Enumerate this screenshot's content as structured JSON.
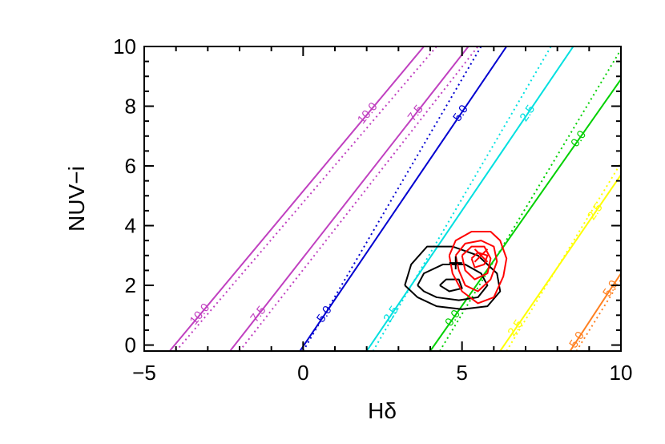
{
  "chart_data": {
    "type": "line",
    "title": "",
    "xlabel": "Hδ",
    "ylabel": "NUV−i",
    "xlim": [
      -5,
      10
    ],
    "ylim": [
      -0.2,
      10
    ],
    "x_ticks": [
      "−5",
      "0",
      "5",
      "10"
    ],
    "y_ticks": [
      "0",
      "2",
      "4",
      "6",
      "8",
      "10"
    ],
    "x_tick_values": [
      -5,
      0,
      5,
      10
    ],
    "y_tick_values": [
      0,
      2,
      4,
      6,
      8,
      10
    ],
    "grid": false,
    "lines": [
      {
        "label": "10.0",
        "color": "#c040c0",
        "style": "solid",
        "x": [
          -4.2,
          3.8
        ],
        "y": [
          -0.2,
          10
        ]
      },
      {
        "label": "10.0",
        "color": "#c040c0",
        "style": "dotted",
        "x": [
          -4.0,
          4.2
        ],
        "y": [
          -0.2,
          10
        ]
      },
      {
        "label": "7.5",
        "color": "#c040c0",
        "style": "solid",
        "x": [
          -2.3,
          5.2
        ],
        "y": [
          -0.2,
          10
        ]
      },
      {
        "label": "7.5",
        "color": "#c040c0",
        "style": "dotted",
        "x": [
          -2.0,
          5.5
        ],
        "y": [
          -0.2,
          10
        ]
      },
      {
        "label": "5.0",
        "color": "#0000d0",
        "style": "solid",
        "x": [
          -0.1,
          6.4
        ],
        "y": [
          -0.2,
          10
        ]
      },
      {
        "label": "5.0",
        "color": "#0000d0",
        "style": "dotted",
        "x": [
          0.0,
          5.6
        ],
        "y": [
          -0.2,
          10
        ]
      },
      {
        "label": "2.5",
        "color": "#00e0e0",
        "style": "solid",
        "x": [
          2.0,
          8.5
        ],
        "y": [
          -0.2,
          10
        ]
      },
      {
        "label": "2.5",
        "color": "#00e0e0",
        "style": "dotted",
        "x": [
          2.2,
          7.8
        ],
        "y": [
          -0.2,
          10
        ]
      },
      {
        "label": "0.0",
        "color": "#00d000",
        "style": "solid",
        "x": [
          4.0,
          10.0
        ],
        "y": [
          -0.2,
          8.9
        ]
      },
      {
        "label": "0.0",
        "color": "#00d000",
        "style": "dotted",
        "x": [
          4.3,
          10.0
        ],
        "y": [
          -0.2,
          9.9
        ]
      },
      {
        "label": "-2.5",
        "color": "#ffff00",
        "style": "solid",
        "x": [
          6.2,
          10.0
        ],
        "y": [
          -0.2,
          5.7
        ]
      },
      {
        "label": "-2.5",
        "color": "#ffff00",
        "style": "dotted",
        "x": [
          6.4,
          10.0
        ],
        "y": [
          -0.2,
          6.1
        ]
      },
      {
        "label": "-5.0",
        "color": "#ff8020",
        "style": "solid",
        "x": [
          8.4,
          10.0
        ],
        "y": [
          -0.2,
          2.4
        ]
      },
      {
        "label": "-5.0",
        "color": "#ff8020",
        "style": "dotted",
        "x": [
          8.6,
          10.0
        ],
        "y": [
          -0.2,
          2.2
        ]
      }
    ],
    "contours": [
      {
        "color": "#000000",
        "x": [
          3.2,
          3.4,
          3.9,
          4.7,
          5.5,
          6.1,
          6.2,
          5.8,
          5.0,
          4.2,
          3.6,
          3.2
        ],
        "y": [
          2.0,
          2.7,
          3.3,
          3.3,
          3.0,
          2.4,
          1.8,
          1.3,
          1.2,
          1.3,
          1.6,
          2.0
        ]
      },
      {
        "color": "#000000",
        "x": [
          3.6,
          3.8,
          4.4,
          5.1,
          5.6,
          5.8,
          5.5,
          4.9,
          4.2,
          3.8,
          3.6
        ],
        "y": [
          2.0,
          2.4,
          2.7,
          2.7,
          2.4,
          2.0,
          1.6,
          1.5,
          1.6,
          1.8,
          2.0
        ]
      },
      {
        "color": "#000000",
        "x": [
          4.3,
          4.5,
          4.9,
          5.0,
          4.6,
          4.3
        ],
        "y": [
          2.0,
          2.2,
          2.2,
          1.9,
          1.8,
          2.0
        ]
      },
      {
        "color": "#ff0000",
        "x": [
          4.6,
          4.8,
          5.3,
          5.9,
          6.2,
          6.4,
          6.3,
          6.0,
          5.5,
          5.0,
          4.7,
          4.6
        ],
        "y": [
          3.0,
          3.5,
          3.8,
          3.8,
          3.5,
          2.9,
          2.3,
          1.6,
          1.4,
          1.8,
          2.4,
          3.0
        ]
      },
      {
        "color": "#ff0000",
        "x": [
          4.8,
          5.1,
          5.6,
          6.0,
          6.1,
          5.9,
          5.5,
          5.1,
          4.9,
          4.8
        ],
        "y": [
          3.0,
          3.4,
          3.5,
          3.3,
          2.8,
          2.2,
          1.8,
          2.0,
          2.5,
          3.0
        ]
      },
      {
        "color": "#ff0000",
        "x": [
          5.0,
          5.3,
          5.7,
          5.9,
          5.8,
          5.4,
          5.1,
          5.0
        ],
        "y": [
          3.0,
          3.3,
          3.3,
          2.9,
          2.4,
          2.2,
          2.5,
          3.0
        ]
      },
      {
        "color": "#ff0000",
        "x": [
          5.3,
          5.5,
          5.8,
          5.7,
          5.4,
          5.3
        ],
        "y": [
          2.9,
          3.1,
          3.0,
          2.7,
          2.6,
          2.9
        ]
      }
    ],
    "markers": [
      {
        "color": "#000000",
        "x": 4.8,
        "y": 2.75,
        "symbol": "plus"
      },
      {
        "color": "#ff0000",
        "x": 5.6,
        "y": 3.0,
        "symbol": "x"
      }
    ]
  }
}
